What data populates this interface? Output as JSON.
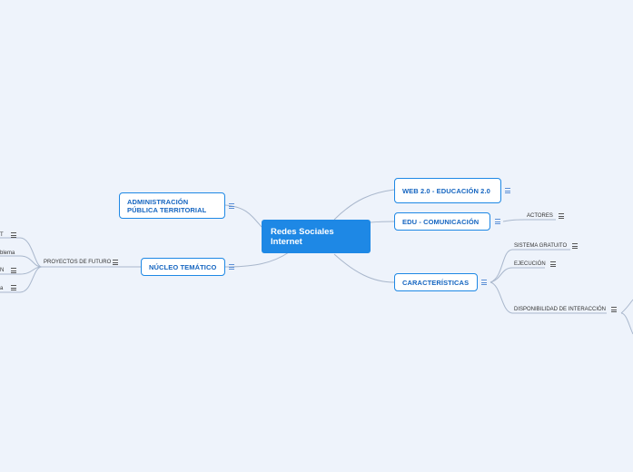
{
  "mindmap": {
    "root": {
      "label": "Redes Sociales Internet"
    },
    "branches": [
      {
        "label": "ADMINISTRACIÓN PÚBLICA TERRITORIAL"
      },
      {
        "label": "NÚCLEO TEMÁTICO"
      },
      {
        "label": "WEB 2.0  - EDUCACIÓN 2.0"
      },
      {
        "label": "EDU - COMUNICACIÓN"
      },
      {
        "label": "CARACTERÍSTICAS"
      }
    ],
    "leaves": [
      {
        "label": "PROYECTOS DE FUTURO"
      },
      {
        "label": "ACTORES"
      },
      {
        "label": "SISTEMA GRATUITO"
      },
      {
        "label": "EJECUCIÓN"
      },
      {
        "label": "DISPONIBILIDAD DE INTERACCIÓN"
      },
      {
        "label": "T"
      },
      {
        "label": "blema"
      },
      {
        "label": "N"
      },
      {
        "label": "a"
      }
    ]
  },
  "colors": {
    "background": "#eef3fb",
    "root_fill": "#1e88e5",
    "node_border": "#1e88e5",
    "node_text": "#1565c0",
    "connector": "#a9b7cc"
  }
}
